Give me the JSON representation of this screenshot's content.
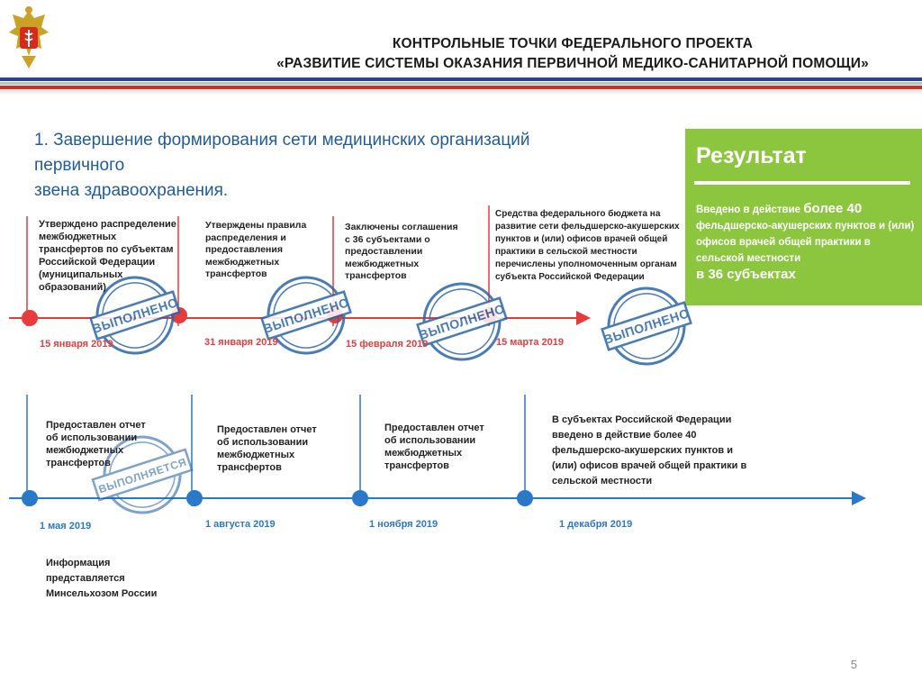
{
  "header": {
    "title_line1": "КОНТРОЛЬНЫЕ ТОЧКИ ФЕДЕРАЛЬНОГО ПРОЕКТА",
    "title_line2": "«РАЗВИТИЕ СИСТЕМЫ ОКАЗАНИЯ ПЕРВИЧНОЙ МЕДИКО-САНИТАРНОЙ ПОМОЩИ»",
    "stripe_colors": [
      "#2e3f8f",
      "#c0c0c0",
      "#d52b1e"
    ]
  },
  "section": {
    "title_line1": "1. Завершение формирования сети медицинских организаций первичного",
    "title_line2": "звена здравоохранения."
  },
  "colors": {
    "red": "#e63c3c",
    "blue": "#2a78c8",
    "green": "#8cc63f",
    "stamp": "#2a65a8"
  },
  "timeline_top": {
    "milestones": [
      {
        "text": [
          "Утверждено распределение",
          "межбюджетных",
          "трансфертов по субъектам",
          "Российской Федерации",
          "(муниципальных",
          "образований)"
        ],
        "date": "15 января 2019",
        "stamp": "ВЫПОЛНЕНО"
      },
      {
        "text": [
          "Утверждены правила",
          "распределения и",
          "предоставления",
          "межбюджетных трансфертов"
        ],
        "date": "31 января 2019",
        "stamp": "ВЫПОЛНЕНО"
      },
      {
        "text": [
          "Заключены соглашения",
          "с 36 субъектами о",
          "предоставлении",
          "межбюджетных трансфертов"
        ],
        "date": "15 февраля 2019",
        "stamp": "ВЫПОЛНЕНО"
      },
      {
        "text": [
          "Средства федерального бюджета на",
          "развитие сети фельдшерско-акушерских",
          "пунктов и (или) офисов врачей общей",
          "практики в сельской местности",
          "перечислены уполномоченным органам",
          "субъекта Российской Федерации"
        ],
        "date": "15 марта 2019",
        "stamp": "ВЫПОЛНЕНО"
      }
    ],
    "extra_stamp": "ВЫПОЛНЕНО"
  },
  "timeline_bottom": {
    "milestones": [
      {
        "text": [
          "Предоставлен отчет",
          "об использовании",
          "межбюджетных",
          "трансфертов"
        ],
        "date": "1 мая 2019",
        "stamp": "ВЫПОЛНЯЕТСЯ"
      },
      {
        "text": [
          "Предоставлен отчет",
          "об использовании",
          "межбюджетных",
          "трансфертов"
        ],
        "date": "1 августа 2019"
      },
      {
        "text": [
          "Предоставлен отчет",
          "об использовании",
          "межбюджетных",
          "трансфертов"
        ],
        "date": "1 ноября 2019"
      },
      {
        "text": [
          "В субъектах Российской Федерации",
          "введено в действие более 40",
          "фельдшерско-акушерских пунктов и",
          "(или) офисов врачей общей практики в",
          "сельской местности"
        ],
        "date": "1 декабря 2019"
      }
    ],
    "note": [
      "Информация",
      "представляется",
      "Минсельхозом России"
    ]
  },
  "result": {
    "heading": "Результат",
    "intro": "Введено в действие",
    "highlight": "более 40",
    "body": "фельдшерско-акушерских пунктов и (или) офисов врачей общей практики в сельской местности",
    "tail": "в 36 субъектах"
  },
  "page_number": "5"
}
